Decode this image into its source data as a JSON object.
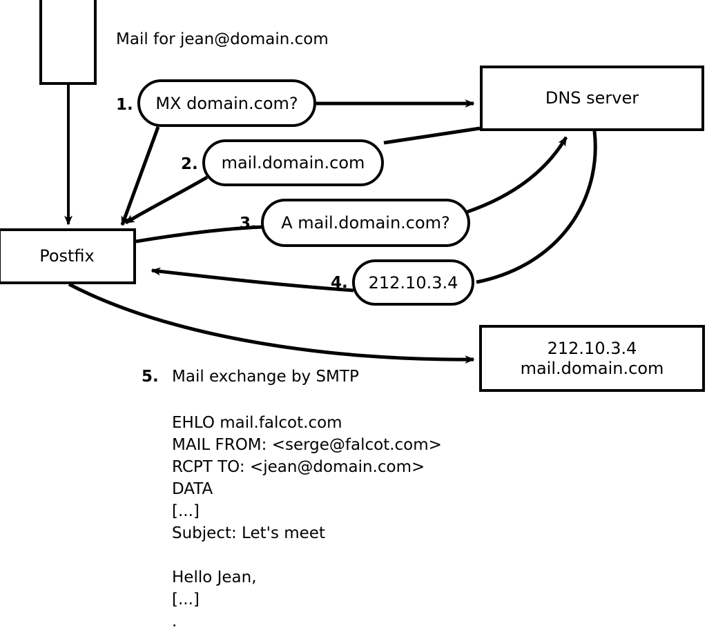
{
  "diagram": {
    "title_caption": "Mail for jean@domain.com",
    "nodes": {
      "client": {
        "label": ""
      },
      "postfix": {
        "label": "Postfix"
      },
      "dns": {
        "label": "DNS server"
      },
      "mailserver": {
        "line1": "212.10.3.4",
        "line2": "mail.domain.com"
      }
    },
    "steps": [
      {
        "num": "1.",
        "text": "MX domain.com?"
      },
      {
        "num": "2.",
        "text": "mail.domain.com"
      },
      {
        "num": "3.",
        "text": "A mail.domain.com?"
      },
      {
        "num": "4.",
        "text": "212.10.3.4"
      }
    ],
    "step5": {
      "num": "5.",
      "label": "Mail exchange by SMTP",
      "transcript": [
        "EHLO mail.falcot.com",
        "MAIL FROM: <serge@falcot.com>",
        "RCPT TO: <jean@domain.com>",
        "DATA",
        "[...]",
        "Subject: Let's meet",
        "",
        "Hello Jean,",
        "[...]",
        "."
      ]
    },
    "colors": {
      "stroke": "#000000",
      "fill": "#ffffff",
      "text": "#000000"
    }
  }
}
